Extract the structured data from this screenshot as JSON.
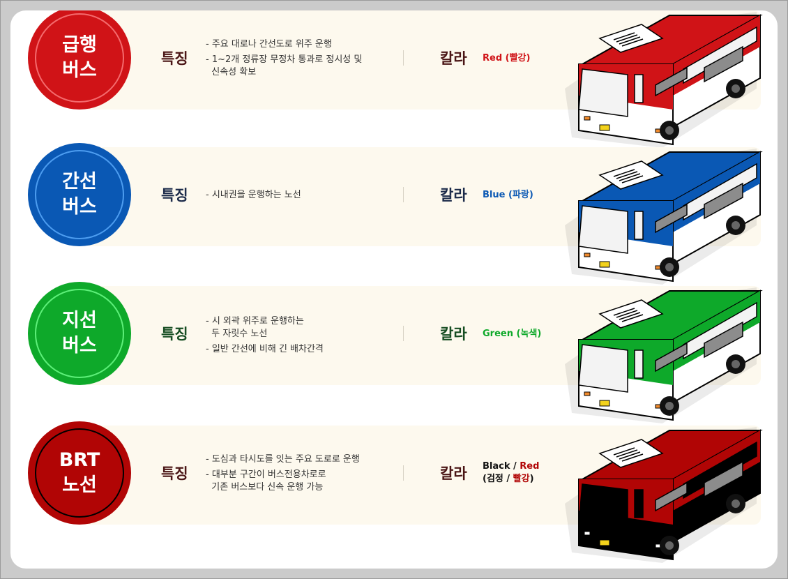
{
  "rows": [
    {
      "badge": {
        "line1": "급행",
        "line2": "버스",
        "bg": "#d01317",
        "ring": "#f46b6e"
      },
      "feature_label": "특징",
      "feature_label_color": "#4a1515",
      "features": [
        "- 주요 대로나 간선도로 위주 운행",
        "- 1~2개 정류장 무정차 통과로 정시성 및\n  신속성 확보"
      ],
      "color_label": "칼라",
      "color_label_color": "#4a1515",
      "color_value": "Red (빨강)",
      "color_value_color": "#d01317",
      "bus_color": "#d01317"
    },
    {
      "badge": {
        "line1": "간선",
        "line2": "버스",
        "bg": "#0a58b4",
        "ring": "#4d9df0"
      },
      "feature_label": "특징",
      "feature_label_color": "#1c2b4a",
      "features": [
        "- 시내권을 운행하는 노선"
      ],
      "color_label": "칼라",
      "color_label_color": "#1c2b4a",
      "color_value": "Blue (파랑)",
      "color_value_color": "#0a58b4",
      "bus_color": "#0a58b4"
    },
    {
      "badge": {
        "line1": "지선",
        "line2": "버스",
        "bg": "#0ea92a",
        "ring": "#5ef07a"
      },
      "feature_label": "특징",
      "feature_label_color": "#164d22",
      "features": [
        "- 시 외곽 위주로 운행하는\n  두 자릿수 노선",
        "- 일반 간선에 비해 긴 배차간격"
      ],
      "color_label": "칼라",
      "color_label_color": "#164d22",
      "color_value": "Green (녹색)",
      "color_value_color": "#0ea92a",
      "bus_color": "#0ea92a"
    },
    {
      "badge": {
        "line1": "BRT",
        "line2": "노선",
        "bg": "#b10505",
        "ring": "#000000"
      },
      "feature_label": "특징",
      "feature_label_color": "#4a1515",
      "features": [
        "- 도심과 타시도를 잇는 주요 도로로 운행",
        "- 대부분 구간이 버스전용차로로\n  기존 버스보다 신속 운행 가능"
      ],
      "color_label": "칼라",
      "color_label_color": "#4a1515",
      "color_value_line1_black": "Black / ",
      "color_value_line1_red": "Red",
      "color_value_line2_black_a": "(검정 / ",
      "color_value_line2_red": "빨강",
      "color_value_line2_black_b": ")",
      "color_value_color": "#b10505",
      "bus_color": "#b10505"
    }
  ]
}
